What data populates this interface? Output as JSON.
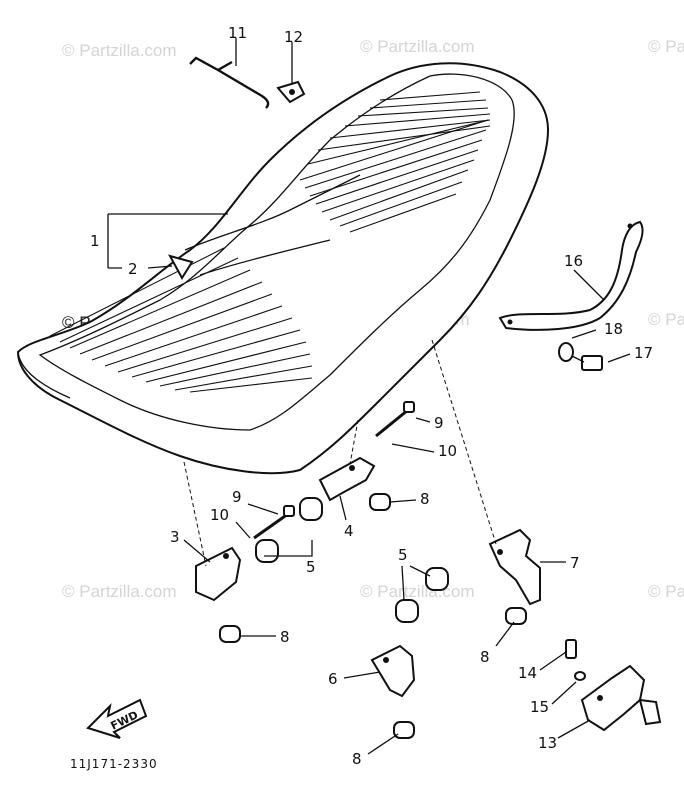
{
  "diagram_code": "11J171-2330",
  "fwd_label": "FWD",
  "watermark": "© Partzilla.com",
  "callouts": [
    {
      "id": "c11",
      "text": "11"
    },
    {
      "id": "c12",
      "text": "12"
    },
    {
      "id": "c1",
      "text": "1"
    },
    {
      "id": "c2",
      "text": "2"
    },
    {
      "id": "c16",
      "text": "16"
    },
    {
      "id": "c18",
      "text": "18"
    },
    {
      "id": "c17",
      "text": "17"
    },
    {
      "id": "c9a",
      "text": "9"
    },
    {
      "id": "c10a",
      "text": "10"
    },
    {
      "id": "c9b",
      "text": "9"
    },
    {
      "id": "c10b",
      "text": "10"
    },
    {
      "id": "c8a",
      "text": "8"
    },
    {
      "id": "c3",
      "text": "3"
    },
    {
      "id": "c4",
      "text": "4"
    },
    {
      "id": "c5a",
      "text": "5"
    },
    {
      "id": "c5b",
      "text": "5"
    },
    {
      "id": "c7",
      "text": "7"
    },
    {
      "id": "c8b",
      "text": "8"
    },
    {
      "id": "c8c",
      "text": "8"
    },
    {
      "id": "c6",
      "text": "6"
    },
    {
      "id": "c14",
      "text": "14"
    },
    {
      "id": "c15",
      "text": "15"
    },
    {
      "id": "c13",
      "text": "13"
    },
    {
      "id": "c8d",
      "text": "8"
    }
  ]
}
